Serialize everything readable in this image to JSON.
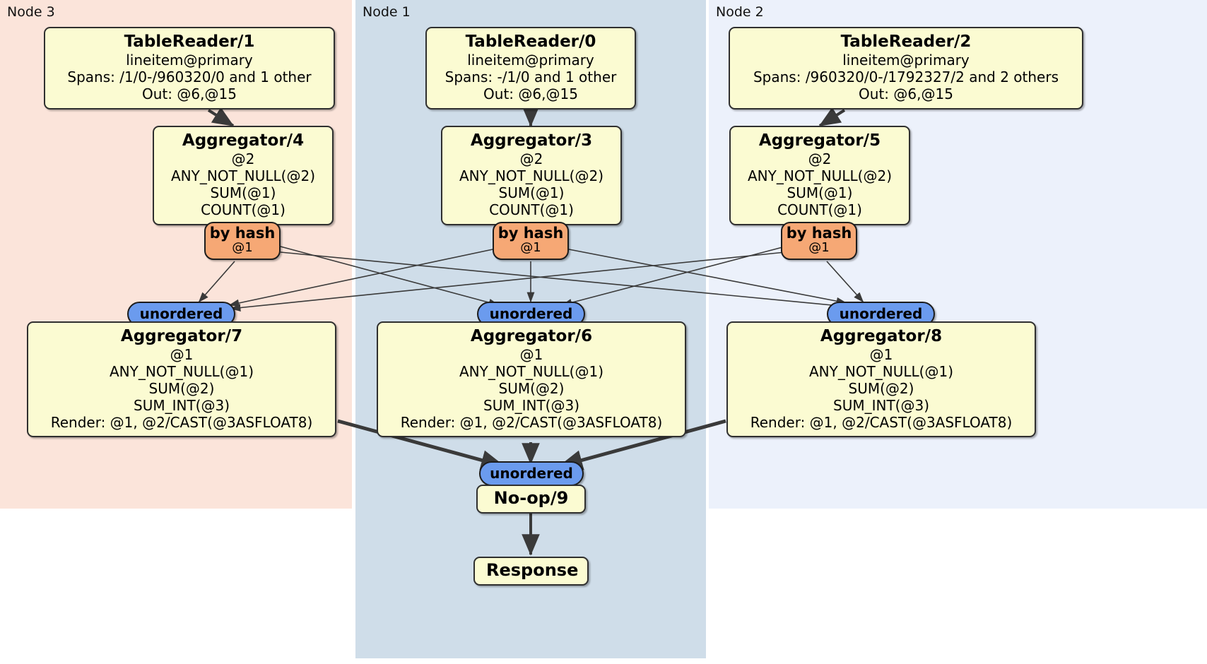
{
  "diagram": {
    "type": "distributed-query-plan",
    "colors": {
      "node3_panel": "#fbe4da",
      "node1_panel": "#cfdde9",
      "node2_panel": "#ecf1fb",
      "processor_box": "#fbfbd2",
      "hash_badge": "#f6a875",
      "unordered_badge": "#6b9bee",
      "edge": "#3a3a3a"
    }
  },
  "panels": [
    {
      "id": "node3",
      "label": "Node 3"
    },
    {
      "id": "node1",
      "label": "Node 1"
    },
    {
      "id": "node2",
      "label": "Node 2"
    }
  ],
  "nodes": {
    "table_reader_1": {
      "title": "TableReader/1",
      "lines": [
        "lineitem@primary",
        "Spans: /1/0-/960320/0 and 1 other",
        "Out: @6,@15"
      ]
    },
    "table_reader_0": {
      "title": "TableReader/0",
      "lines": [
        "lineitem@primary",
        "Spans: -/1/0 and 1 other",
        "Out: @6,@15"
      ]
    },
    "table_reader_2": {
      "title": "TableReader/2",
      "lines": [
        "lineitem@primary",
        "Spans: /960320/0-/1792327/2 and 2 others",
        "Out: @6,@15"
      ]
    },
    "aggregator_4": {
      "title": "Aggregator/4",
      "lines": [
        "@2",
        "ANY_NOT_NULL(@2)",
        "SUM(@1)",
        "COUNT(@1)"
      ]
    },
    "aggregator_3": {
      "title": "Aggregator/3",
      "lines": [
        "@2",
        "ANY_NOT_NULL(@2)",
        "SUM(@1)",
        "COUNT(@1)"
      ]
    },
    "aggregator_5": {
      "title": "Aggregator/5",
      "lines": [
        "@2",
        "ANY_NOT_NULL(@2)",
        "SUM(@1)",
        "COUNT(@1)"
      ]
    },
    "aggregator_7": {
      "title": "Aggregator/7",
      "lines": [
        "@1",
        "ANY_NOT_NULL(@1)",
        "SUM(@2)",
        "SUM_INT(@3)",
        "Render: @1, @2/CAST(@3ASFLOAT8)"
      ]
    },
    "aggregator_6": {
      "title": "Aggregator/6",
      "lines": [
        "@1",
        "ANY_NOT_NULL(@1)",
        "SUM(@2)",
        "SUM_INT(@3)",
        "Render: @1, @2/CAST(@3ASFLOAT8)"
      ]
    },
    "aggregator_8": {
      "title": "Aggregator/8",
      "lines": [
        "@1",
        "ANY_NOT_NULL(@1)",
        "SUM(@2)",
        "SUM_INT(@3)",
        "Render: @1, @2/CAST(@3ASFLOAT8)"
      ]
    },
    "noop_9": {
      "title": "No-op/9"
    },
    "response": {
      "title": "Response"
    }
  },
  "badges": {
    "hash_left": {
      "label": "by hash",
      "column": "@1"
    },
    "hash_center": {
      "label": "by hash",
      "column": "@1"
    },
    "hash_right": {
      "label": "by hash",
      "column": "@1"
    },
    "unordered_left": {
      "label": "unordered"
    },
    "unordered_center": {
      "label": "unordered"
    },
    "unordered_right": {
      "label": "unordered"
    },
    "unordered_final": {
      "label": "unordered"
    }
  }
}
